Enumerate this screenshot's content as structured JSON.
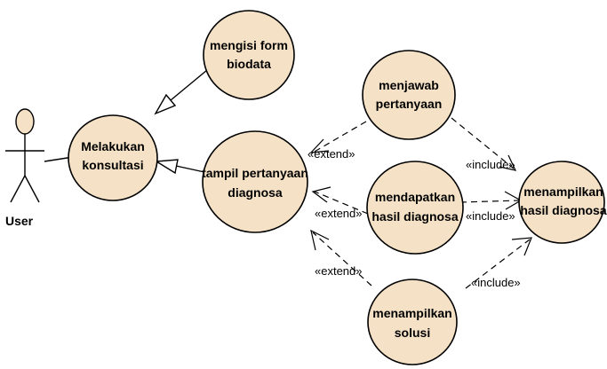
{
  "actor": {
    "name": "User"
  },
  "use_cases": {
    "melakukan_konsultasi": [
      "Melakukan",
      "konsultasi"
    ],
    "mengisi_form_biodata": [
      "mengisi form",
      "biodata"
    ],
    "tampil_pertanyaan_diagnosa": [
      "tampil pertanyaan",
      "diagnosa"
    ],
    "menjawab_pertanyaan": [
      "menjawab",
      "pertanyaan"
    ],
    "mendapatkan_hasil_diagnosa": [
      "mendapatkan",
      "hasil diagnosa"
    ],
    "menampilkan_hasil_diagnosa": [
      "menampilkan",
      "hasil diagnosa"
    ],
    "menampilkan_solusi": [
      "menampilkan",
      "solusi"
    ]
  },
  "relations": {
    "extend_1": "«extend»",
    "extend_2": "«extend»",
    "extend_3": "«extend»",
    "include_1": "«include»",
    "include_2": "«include»",
    "include_3": "«include»"
  },
  "colors": {
    "use_case_fill": "#f5e2c6",
    "stroke": "#000000",
    "background": "#ffffff"
  }
}
